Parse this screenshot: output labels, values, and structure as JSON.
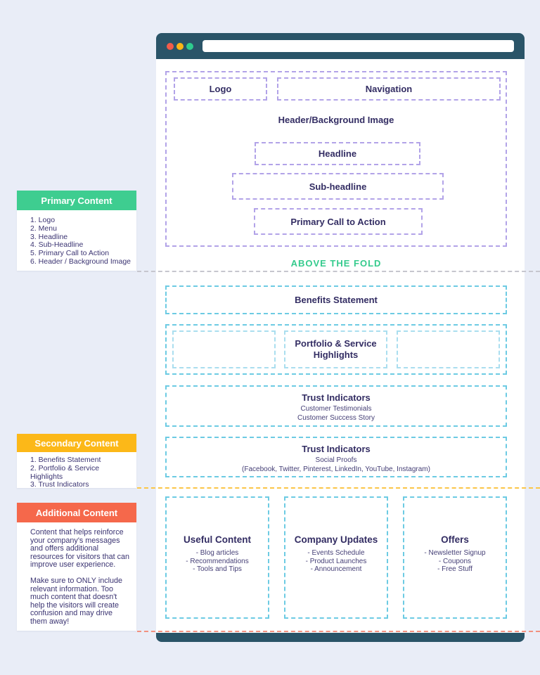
{
  "colors": {
    "background": "#e9edf7",
    "browser_chrome": "#2a5468",
    "dot_red": "#f25c4a",
    "dot_yellow": "#fcb515",
    "dot_green": "#2ecc8e",
    "dash_purple": "#b2a3e8",
    "dash_blue": "#6dcbe3",
    "dash_blue_light": "#aadeef",
    "text_navy": "#332d63",
    "accent_green": "#35cb8d",
    "accent_yellow": "#fcb818",
    "accent_red": "#f5684b",
    "divider_gray": "#c6c6ce",
    "divider_yellow": "#fbc648",
    "divider_red": "#f29180"
  },
  "wireframe": {
    "logo": "Logo",
    "navigation": "Navigation",
    "header_bg": "Header/Background Image",
    "headline": "Headline",
    "subheadline": "Sub-headline",
    "cta": "Primary Call to Action",
    "fold_label": "ABOVE THE FOLD",
    "benefits": "Benefits Statement",
    "highlights_title": "Portfolio & Service Highlights",
    "trust_testimonials": {
      "title": "Trust Indicators",
      "line1": "Customer Testimonials",
      "line2": "Customer Success Story"
    },
    "trust_social": {
      "title": "Trust Indicators",
      "line1": "Social Proofs",
      "line2": "(Facebook,  Twitter, Pinterest, LinkedIn, YouTube, Instagram)"
    },
    "columns": [
      {
        "title": "Useful Content",
        "items": [
          "- Blog articles",
          "- Recommendations",
          "- Tools and Tips"
        ]
      },
      {
        "title": "Company Updates",
        "items": [
          "- Events Schedule",
          "- Product Launches",
          "- Announcement"
        ]
      },
      {
        "title": "Offers",
        "items": [
          "- Newsletter Signup",
          "- Coupons",
          "- Free Stuff"
        ]
      }
    ]
  },
  "annotations": [
    {
      "title": "Primary Content",
      "items": [
        "1. Logo",
        "2. Menu",
        "3. Headline",
        "4. Sub-Headline",
        "5. Primary Call to Action",
        "6. Header / Background Image"
      ]
    },
    {
      "title": "Secondary Content",
      "items": [
        "1. Benefits Statement",
        "2. Portfolio & Service Highlights",
        "3. Trust Indicators"
      ]
    },
    {
      "title": "Additional Content",
      "paragraphs": [
        "Content that helps reinforce your company's messages and offers additional resources for visitors that can improve user experience.",
        "Make sure to ONLY include relevant information. Too much content that doesn't help the visitors will create confusion and may drive them away!"
      ]
    }
  ]
}
